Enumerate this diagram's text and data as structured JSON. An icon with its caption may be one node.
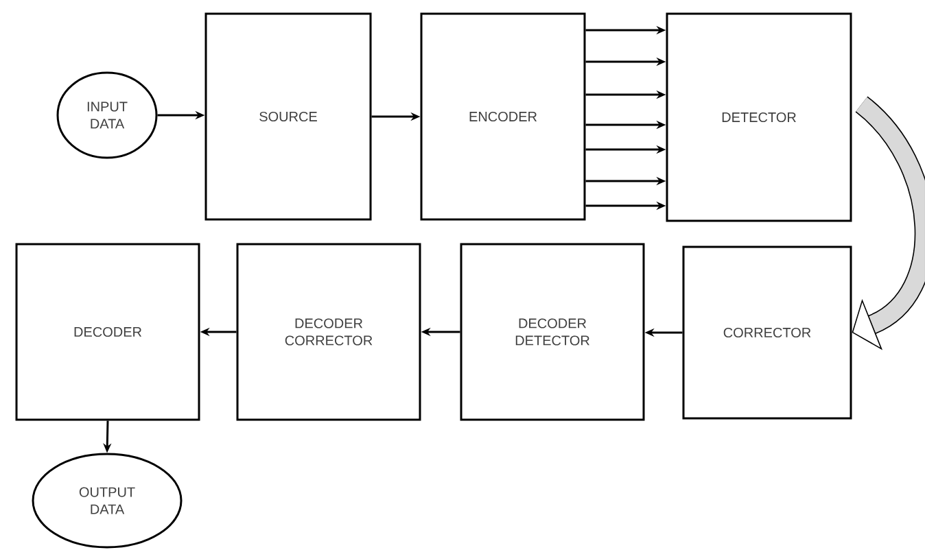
{
  "diagram": {
    "nodes": [
      {
        "text": [
          "INPUT DATA"
        ]
      },
      {
        "text": [
          "SOURCE"
        ]
      },
      {
        "text": [
          "ENCODER"
        ]
      },
      {
        "text": [
          "DETECTOR"
        ]
      },
      {
        "text": [
          "CORRECTOR"
        ]
      },
      {
        "text": [
          "DECODER DETECTOR"
        ]
      },
      {
        "text": [
          "DECODER CORRECTOR"
        ]
      },
      {
        "text": [
          "DECODER"
        ]
      },
      {
        "text": [
          "OUTPUT DATA"
        ]
      }
    ],
    "edges": [
      {
        "from": 0,
        "to": 1,
        "arrow": "to"
      },
      {
        "from": 1,
        "to": 2,
        "arrow": "to"
      },
      {
        "from": 2,
        "to": 3,
        "arrow": "to"
      },
      {
        "from": 2,
        "to": 3,
        "arrow": "to"
      },
      {
        "from": 2,
        "to": 3,
        "arrow": "to"
      },
      {
        "from": 2,
        "to": 3,
        "arrow": "to"
      },
      {
        "from": 2,
        "to": 3,
        "arrow": "to"
      },
      {
        "from": 2,
        "to": 3,
        "arrow": "to"
      },
      {
        "from": 2,
        "to": 3,
        "arrow": "to"
      },
      {
        "from": 3,
        "to": 4,
        "arrow": "to",
        "style": "thick"
      },
      {
        "from": 4,
        "to": 5,
        "arrow": "to"
      },
      {
        "from": 5,
        "to": 6,
        "arrow": "to"
      },
      {
        "from": 6,
        "to": 7,
        "arrow": "to"
      },
      {
        "from": 7,
        "to": 8,
        "arrow": "to"
      }
    ]
  }
}
